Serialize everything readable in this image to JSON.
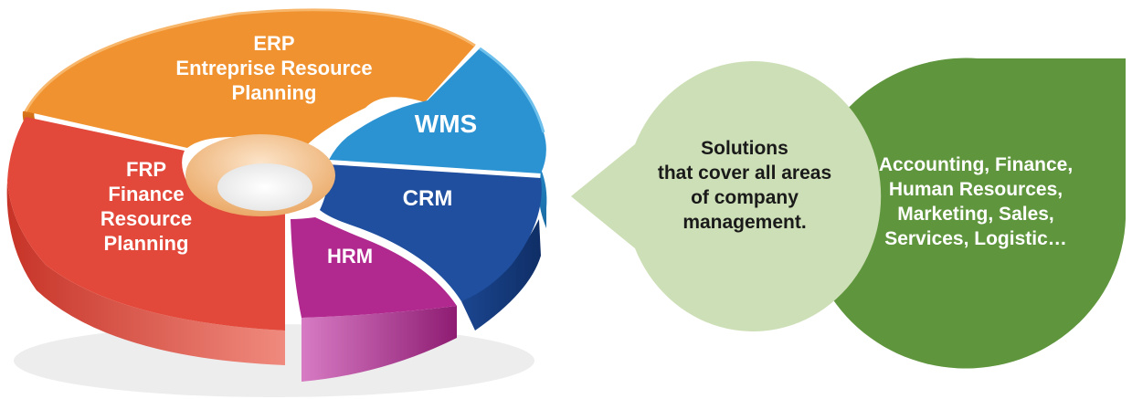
{
  "segments": {
    "erp": {
      "line1": "ERP",
      "line2": "Entreprise Resource",
      "line3": "Planning",
      "color": "#F0922F"
    },
    "wms": {
      "label": "WMS",
      "color": "#2C93D2"
    },
    "crm": {
      "label": "CRM",
      "color": "#1F4F9E"
    },
    "hrm": {
      "label": "HRM",
      "color": "#B1288F"
    },
    "frp": {
      "line1": "FRP",
      "line2": "Finance",
      "line3": "Resource",
      "line4": "Planning",
      "color": "#E3493B"
    }
  },
  "bubble_light": {
    "line1": "Solutions",
    "line2": "that cover all areas",
    "line3": "of company",
    "line4": "management.",
    "color": "#CDDFB6",
    "text_color": "#1a1a1a"
  },
  "bubble_dark": {
    "line1": "Accounting, Finance,",
    "line2": "Human Resources,",
    "line3": "Marketing, Sales,",
    "line4": "Services, Logistic…",
    "color": "#5F953C",
    "text_color": "#ffffff"
  }
}
